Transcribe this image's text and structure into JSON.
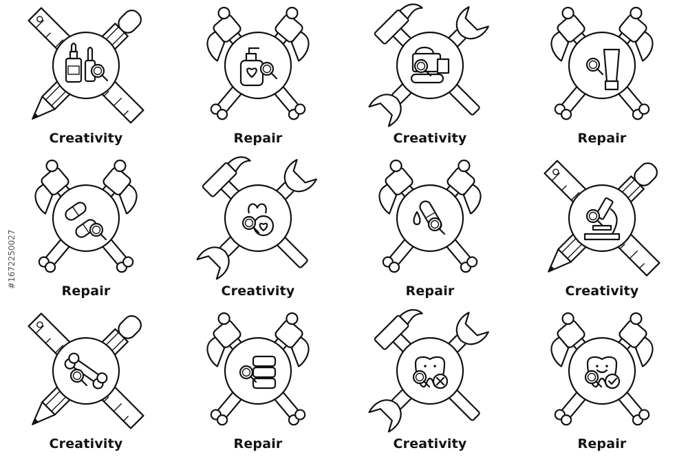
{
  "watermark_id": "#1672250027",
  "tiles": [
    {
      "label": "Creativity",
      "tools": "ruler-pencil",
      "icon": "dropper-bottles-icon"
    },
    {
      "label": "Repair",
      "tools": "axes",
      "icon": "spray-bottle-heart-icon"
    },
    {
      "label": "Creativity",
      "tools": "hammer-wrench",
      "icon": "medicine-bag-icon"
    },
    {
      "label": "Repair",
      "tools": "axes",
      "icon": "cream-tube-icon"
    },
    {
      "label": "Repair",
      "tools": "axes",
      "icon": "capsules-icon"
    },
    {
      "label": "Creativity",
      "tools": "hammer-wrench",
      "icon": "herbal-heart-icon"
    },
    {
      "label": "Repair",
      "tools": "axes",
      "icon": "test-tube-drop-icon"
    },
    {
      "label": "Creativity",
      "tools": "ruler-pencil",
      "icon": "microscope-icon"
    },
    {
      "label": "Creativity",
      "tools": "ruler-pencil",
      "icon": "bone-icon"
    },
    {
      "label": "Repair",
      "tools": "axes",
      "icon": "battery-cells-icon"
    },
    {
      "label": "Creativity",
      "tools": "hammer-wrench",
      "icon": "sad-tooth-cross-icon"
    },
    {
      "label": "Repair",
      "tools": "axes",
      "icon": "happy-tooth-check-icon"
    }
  ],
  "colors": {
    "line": "#111111",
    "background": "#ffffff"
  }
}
